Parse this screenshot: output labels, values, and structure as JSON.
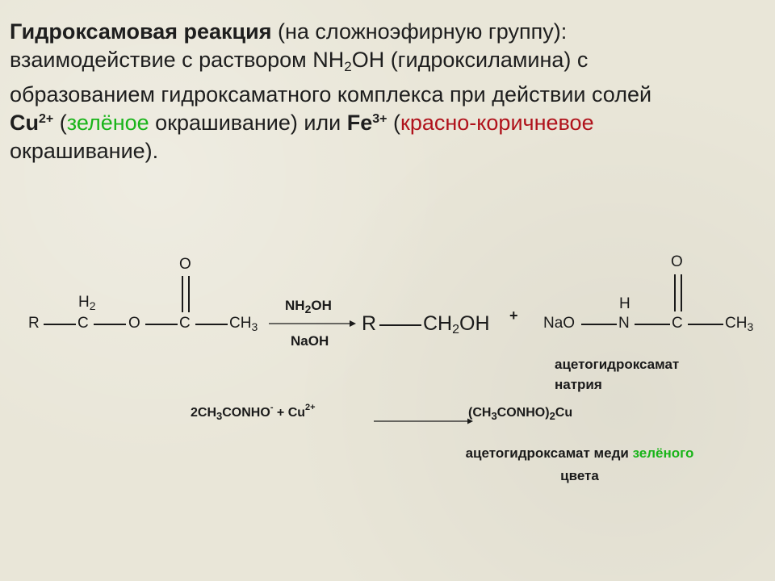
{
  "heading": {
    "title_bold": "Гидроксамовая реакция",
    "line1_rest": " (на сложноэфирную группу):",
    "line2_a": "взаимодействие с раствором NH",
    "line2_sub": "2",
    "line2_b": "OH (гидроксиламина) с",
    "line3": "образованием гидроксаматного комплекса при действии солей",
    "cu": "Cu",
    "cu_charge": "2+",
    "open_paren": " (",
    "green_word": "зелёное",
    "line4_mid": " окрашивание) или ",
    "fe": "Fe",
    "fe_charge": "3+",
    "open_paren2": " (",
    "red_text": "красно-коричневое",
    "line5": "окрашивание)."
  },
  "reaction1": {
    "ester": {
      "R": "R",
      "C": "C",
      "H": "H",
      "H_sub": "2",
      "O": "O",
      "carbonyl_C": "C",
      "carbonyl_O": "O",
      "CH": "CH",
      "CH_sub": "3"
    },
    "reagent_top": "NH",
    "reagent_top_sub": "2",
    "reagent_top_rest": "OH",
    "reagent_bottom": "NaOH",
    "product1": {
      "R": "R",
      "CH": "CH",
      "CH_sub": "2",
      "OH": "OH"
    },
    "plus": "+",
    "product2": {
      "NaO": "NaO",
      "N": "N",
      "H": "H",
      "C": "C",
      "O": "O",
      "CH": "CH",
      "CH_sub": "3"
    },
    "product2_name_line1": "ацетогидроксамат",
    "product2_name_line2": "натрия"
  },
  "reaction2": {
    "left_a": "2CH",
    "left_sub": "3",
    "left_b": "CONHO",
    "left_charge": "-",
    "plus": " + Cu",
    "cu_charge": "2+",
    "right_a": "(CH",
    "right_sub": "3",
    "right_b": "CONHO)",
    "right_sub2": "2",
    "right_c": "Cu",
    "name_line1_a": "ацетогидроксамат меди ",
    "name_line1_green": "зелёного",
    "name_line2": "цвета"
  },
  "colors": {
    "green": "#19b419",
    "red": "#b0121b",
    "background": "#e9e6d8"
  }
}
